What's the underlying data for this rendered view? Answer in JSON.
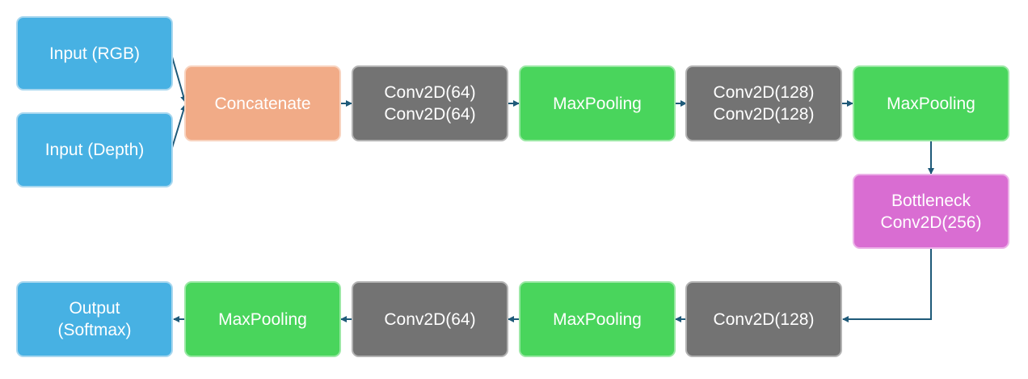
{
  "colors": {
    "input": "#47b1e3",
    "concat": "#f1ab87",
    "conv": "#737373",
    "pool": "#49d55c",
    "bottleneck": "#d96dd2",
    "arrow": "#1f5a79"
  },
  "nodes": {
    "input_rgb": "Input (RGB)",
    "input_depth": "Input (Depth)",
    "concatenate": "Concatenate",
    "conv1_line1": "Conv2D(64)",
    "conv1_line2": "Conv2D(64)",
    "pool1": "MaxPooling",
    "conv2_line1": "Conv2D(128)",
    "conv2_line2": "Conv2D(128)",
    "pool2": "MaxPooling",
    "bottleneck_line1": "Bottleneck",
    "bottleneck_line2": "Conv2D(256)",
    "conv3": "Conv2D(128)",
    "pool3": "MaxPooling",
    "conv4": "Conv2D(64)",
    "pool4": "MaxPooling",
    "output_line1": "Output",
    "output_line2": "(Softmax)"
  }
}
